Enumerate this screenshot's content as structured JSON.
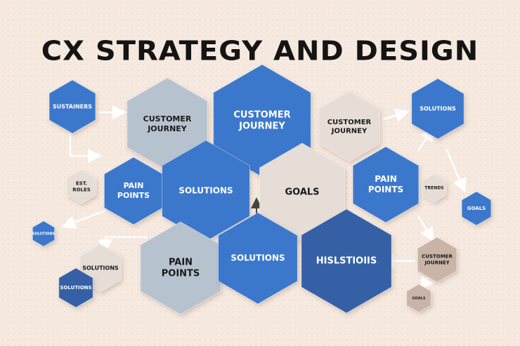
{
  "title": "CX STRATEGY AND DESIGN",
  "colors": {
    "blue": "#3a78cc",
    "blue_dark": "#3561a6",
    "gray": "#b7c2cf",
    "beige": "#e5ddd6",
    "taupe": "#c9b4a7",
    "text_dark": "#1a1a1a",
    "text_light": "#ffffff"
  },
  "nodes": [
    {
      "id": "sustainers",
      "label": "SUSTAINERS",
      "style": "blue"
    },
    {
      "id": "customer-journey-gray",
      "label": "CUSTOMER JOURNEY",
      "style": "gray"
    },
    {
      "id": "customer-journey-blue",
      "label": "CUSTOMER JOURNEY",
      "style": "blue"
    },
    {
      "id": "customer-journey-beige",
      "label": "CUSTOMER JOURNEY",
      "style": "beige"
    },
    {
      "id": "solutions-top-right",
      "label": "SOLUTIONS",
      "style": "blue"
    },
    {
      "id": "est-roles",
      "label": "EST. ROLES",
      "style": "beige"
    },
    {
      "id": "pain-points-left",
      "label": "PAIN POINTS",
      "style": "blue"
    },
    {
      "id": "solutions-center",
      "label": "SOLUTIONS",
      "style": "blue"
    },
    {
      "id": "goals-center",
      "label": "GOALS",
      "style": "beige"
    },
    {
      "id": "pain-points-right",
      "label": "PAIN POINTS",
      "style": "blue"
    },
    {
      "id": "trends",
      "label": "TRENDS",
      "style": "beige"
    },
    {
      "id": "goals-right",
      "label": "GOALS",
      "style": "blue"
    },
    {
      "id": "solutions-small-left",
      "label": "SOLUTIONS",
      "style": "blue"
    },
    {
      "id": "solutions-beige-left",
      "label": "SOLUTIONS",
      "style": "beige"
    },
    {
      "id": "pain-points-gray",
      "label": "PAIN POINTS",
      "style": "gray"
    },
    {
      "id": "solutions-bottom",
      "label": "SOLUTIONS",
      "style": "blue"
    },
    {
      "id": "hislstions",
      "label": "HISLSTIOIIS",
      "style": "blue_dark"
    },
    {
      "id": "customer-journey-taupe",
      "label": "CUSTOMER JOURNEY",
      "style": "taupe"
    },
    {
      "id": "solutions-bottom-left",
      "label": "SOLUTIONS",
      "style": "blue_dark"
    },
    {
      "id": "goals-small",
      "label": "GOALS",
      "style": "taupe"
    }
  ]
}
